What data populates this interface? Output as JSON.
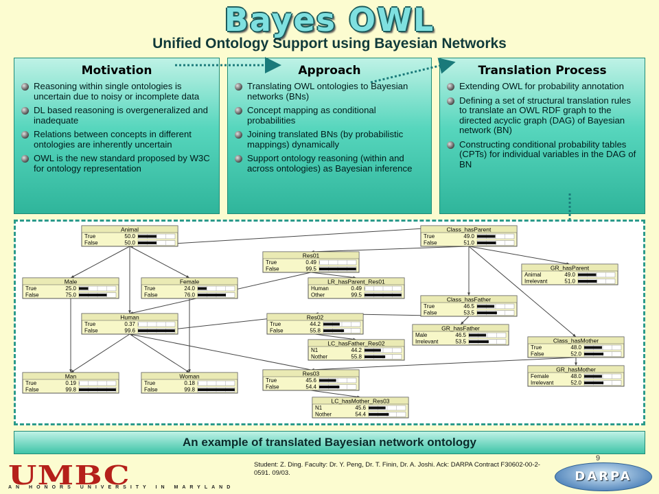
{
  "title": "Bayes OWL",
  "subtitle": "Unified Ontology Support using Bayesian Networks",
  "panels": [
    {
      "heading": "Motivation",
      "items": [
        "Reasoning within single ontologies is uncertain due to noisy or incomplete data",
        "DL based reasoning is overgeneralized and inadequate",
        "Relations between concepts in different ontologies are inherently uncertain",
        "OWL is the new standard proposed by W3C for ontology representation"
      ]
    },
    {
      "heading": "Approach",
      "items": [
        "Translating OWL ontologies to Bayesian networks (BNs)",
        "Concept mapping as conditional probabilities",
        "Joining translated BNs (by probabilistic mappings) dynamically",
        "Support ontology reasoning (within and across ontologies) as Bayesian inference"
      ]
    },
    {
      "heading": "Translation Process",
      "items": [
        "Extending OWL for probability annotation",
        "Defining a set of structural translation rules to translate an OWL RDF graph to the directed acyclic graph (DAG) of Bayesian network (BN)",
        "Constructing conditional probability tables (CPTs) for individual variables in the DAG of BN"
      ]
    }
  ],
  "network": {
    "nodes": [
      {
        "id": "animal",
        "name": "Animal",
        "states": [
          {
            "label": "True",
            "value": "50.0",
            "p": 0.5
          },
          {
            "label": "False",
            "value": "50.0",
            "p": 0.5
          }
        ]
      },
      {
        "id": "male",
        "name": "Male",
        "states": [
          {
            "label": "True",
            "value": "25.0",
            "p": 0.25
          },
          {
            "label": "False",
            "value": "75.0",
            "p": 0.75
          }
        ]
      },
      {
        "id": "female",
        "name": "Female",
        "states": [
          {
            "label": "True",
            "value": "24.0",
            "p": 0.24
          },
          {
            "label": "False",
            "value": "76.0",
            "p": 0.76
          }
        ]
      },
      {
        "id": "human",
        "name": "Human",
        "states": [
          {
            "label": "True",
            "value": "0.37",
            "p": 0.0037
          },
          {
            "label": "False",
            "value": "99.6",
            "p": 0.996
          }
        ]
      },
      {
        "id": "man",
        "name": "Man",
        "states": [
          {
            "label": "True",
            "value": "0.19",
            "p": 0.0019
          },
          {
            "label": "False",
            "value": "99.8",
            "p": 0.998
          }
        ]
      },
      {
        "id": "woman",
        "name": "Woman",
        "states": [
          {
            "label": "True",
            "value": "0.18",
            "p": 0.0018
          },
          {
            "label": "False",
            "value": "99.8",
            "p": 0.998
          }
        ]
      },
      {
        "id": "res01",
        "name": "Res01",
        "states": [
          {
            "label": "True",
            "value": "0.49",
            "p": 0.0049
          },
          {
            "label": "False",
            "value": "99.5",
            "p": 0.995
          }
        ]
      },
      {
        "id": "lr_hasparent_res01",
        "name": "LR_hasParent_Res01",
        "states": [
          {
            "label": "Human",
            "value": "0.49",
            "p": 0.0049
          },
          {
            "label": "Other",
            "value": "99.5",
            "p": 0.995
          }
        ]
      },
      {
        "id": "res02",
        "name": "Res02",
        "states": [
          {
            "label": "True",
            "value": "44.2",
            "p": 0.442
          },
          {
            "label": "False",
            "value": "55.8",
            "p": 0.558
          }
        ]
      },
      {
        "id": "lc_hasfather_res02",
        "name": "LC_hasFather_Res02",
        "states": [
          {
            "label": "N1",
            "value": "44.2",
            "p": 0.442
          },
          {
            "label": "Nother",
            "value": "55.8",
            "p": 0.558
          }
        ]
      },
      {
        "id": "res03",
        "name": "Res03",
        "states": [
          {
            "label": "True",
            "value": "45.6",
            "p": 0.456
          },
          {
            "label": "False",
            "value": "54.4",
            "p": 0.544
          }
        ]
      },
      {
        "id": "lc_hasmother_res03",
        "name": "LC_hasMother_Res03",
        "states": [
          {
            "label": "N1",
            "value": "45.6",
            "p": 0.456
          },
          {
            "label": "Nother",
            "value": "54.4",
            "p": 0.544
          }
        ]
      },
      {
        "id": "class_hasparent",
        "name": "Class_hasParent",
        "states": [
          {
            "label": "True",
            "value": "49.0",
            "p": 0.49
          },
          {
            "label": "False",
            "value": "51.0",
            "p": 0.51
          }
        ]
      },
      {
        "id": "gr_hasparent",
        "name": "GR_hasParent",
        "states": [
          {
            "label": "Animal",
            "value": "49.0",
            "p": 0.49
          },
          {
            "label": "Irrelevant",
            "value": "51.0",
            "p": 0.51
          }
        ]
      },
      {
        "id": "class_hasfather",
        "name": "Class_hasFather",
        "states": [
          {
            "label": "True",
            "value": "46.5",
            "p": 0.465
          },
          {
            "label": "False",
            "value": "53.5",
            "p": 0.535
          }
        ]
      },
      {
        "id": "gr_hasfather",
        "name": "GR_hasFather",
        "states": [
          {
            "label": "Male",
            "value": "46.5",
            "p": 0.465
          },
          {
            "label": "Irrelevant",
            "value": "53.5",
            "p": 0.535
          }
        ]
      },
      {
        "id": "class_hasmother",
        "name": "Class_hasMother",
        "states": [
          {
            "label": "True",
            "value": "48.0",
            "p": 0.48
          },
          {
            "label": "False",
            "value": "52.0",
            "p": 0.52
          }
        ]
      },
      {
        "id": "gr_hasmother",
        "name": "GR_hasMother",
        "states": [
          {
            "label": "Female",
            "value": "48.0",
            "p": 0.48
          },
          {
            "label": "Irrelevant",
            "value": "52.0",
            "p": 0.52
          }
        ]
      }
    ],
    "edges": [
      [
        "animal",
        "male"
      ],
      [
        "animal",
        "female"
      ],
      [
        "animal",
        "human"
      ],
      [
        "male",
        "man"
      ],
      [
        "female",
        "woman"
      ],
      [
        "human",
        "man"
      ],
      [
        "human",
        "woman"
      ],
      [
        "class_hasparent",
        "animal"
      ],
      [
        "class_hasparent",
        "res01"
      ],
      [
        "class_hasparent",
        "gr_hasparent"
      ],
      [
        "class_hasparent",
        "class_hasfather"
      ],
      [
        "class_hasparent",
        "class_hasmother"
      ],
      [
        "res01",
        "lr_hasparent_res01"
      ],
      [
        "res01",
        "human"
      ],
      [
        "class_hasfather",
        "res02"
      ],
      [
        "class_hasfather",
        "gr_hasfather"
      ],
      [
        "res02",
        "lc_hasfather_res02"
      ],
      [
        "res02",
        "human"
      ],
      [
        "class_hasmother",
        "res03"
      ],
      [
        "class_hasmother",
        "gr_hasmother"
      ],
      [
        "res03",
        "lc_hasmother_res03"
      ],
      [
        "res03",
        "human"
      ]
    ]
  },
  "caption": "An example of translated Bayesian network ontology",
  "credits": "Student: Z. Ding. Faculty: Dr. Y. Peng, Dr. T. Finin, Dr. A. Joshi. Ack: DARPA Contract F30602-00-2-0591. 09/03.",
  "page_number": "9",
  "logos": {
    "umbc": "UMBC",
    "umbc_tagline": "AN HONORS UNIVERSITY IN MARYLAND",
    "darpa": "DARPA"
  },
  "colors": {
    "panel": "#3fc4a8",
    "arrow": "#1a7a7a",
    "title_fill": "#7fe0e0",
    "frame_border": "#2a9a8a"
  }
}
